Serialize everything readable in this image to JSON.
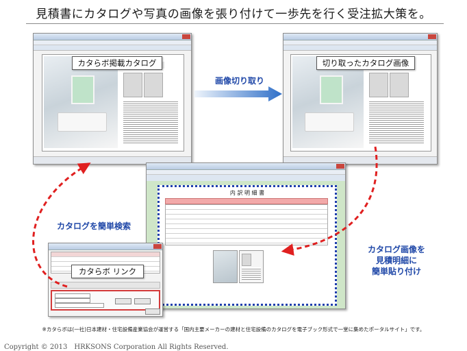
{
  "header": {
    "title": "見積書にカタログや写真の画像を張り付けて一歩先を行く受注拡大策を。"
  },
  "callouts": {
    "catalog": "カタらボ掲載カタログ",
    "cut_image": "切り取ったカタログ画像",
    "link_app": "カタらボ リンク"
  },
  "labels": {
    "crop": "画像切り取り",
    "search": "カタログを簡単検索",
    "paste_line1": "カタログ画像を",
    "paste_line2": "見積明細に",
    "paste_line3": "簡単貼り付け"
  },
  "estimate_sheet": {
    "heading": "内 訳 明 細 書"
  },
  "footer": {
    "note": "※カタらボは(一社)日本建材・住宅設備産業協会が運営する「国内主要メーカーの建材と住宅設備のカタログを電子ブック形式で一堂に集めたポータルサイト」です。",
    "copyright": "Copyright © 2013　HRKSONS Corporation  All Rights Reserved."
  },
  "colors": {
    "arrow_red": "#e02020",
    "arrow_blue": "#2f6fc8",
    "label_blue": "#2048a8",
    "frame_blue": "#1f3fae",
    "green_bg": "#cfe6c8"
  }
}
